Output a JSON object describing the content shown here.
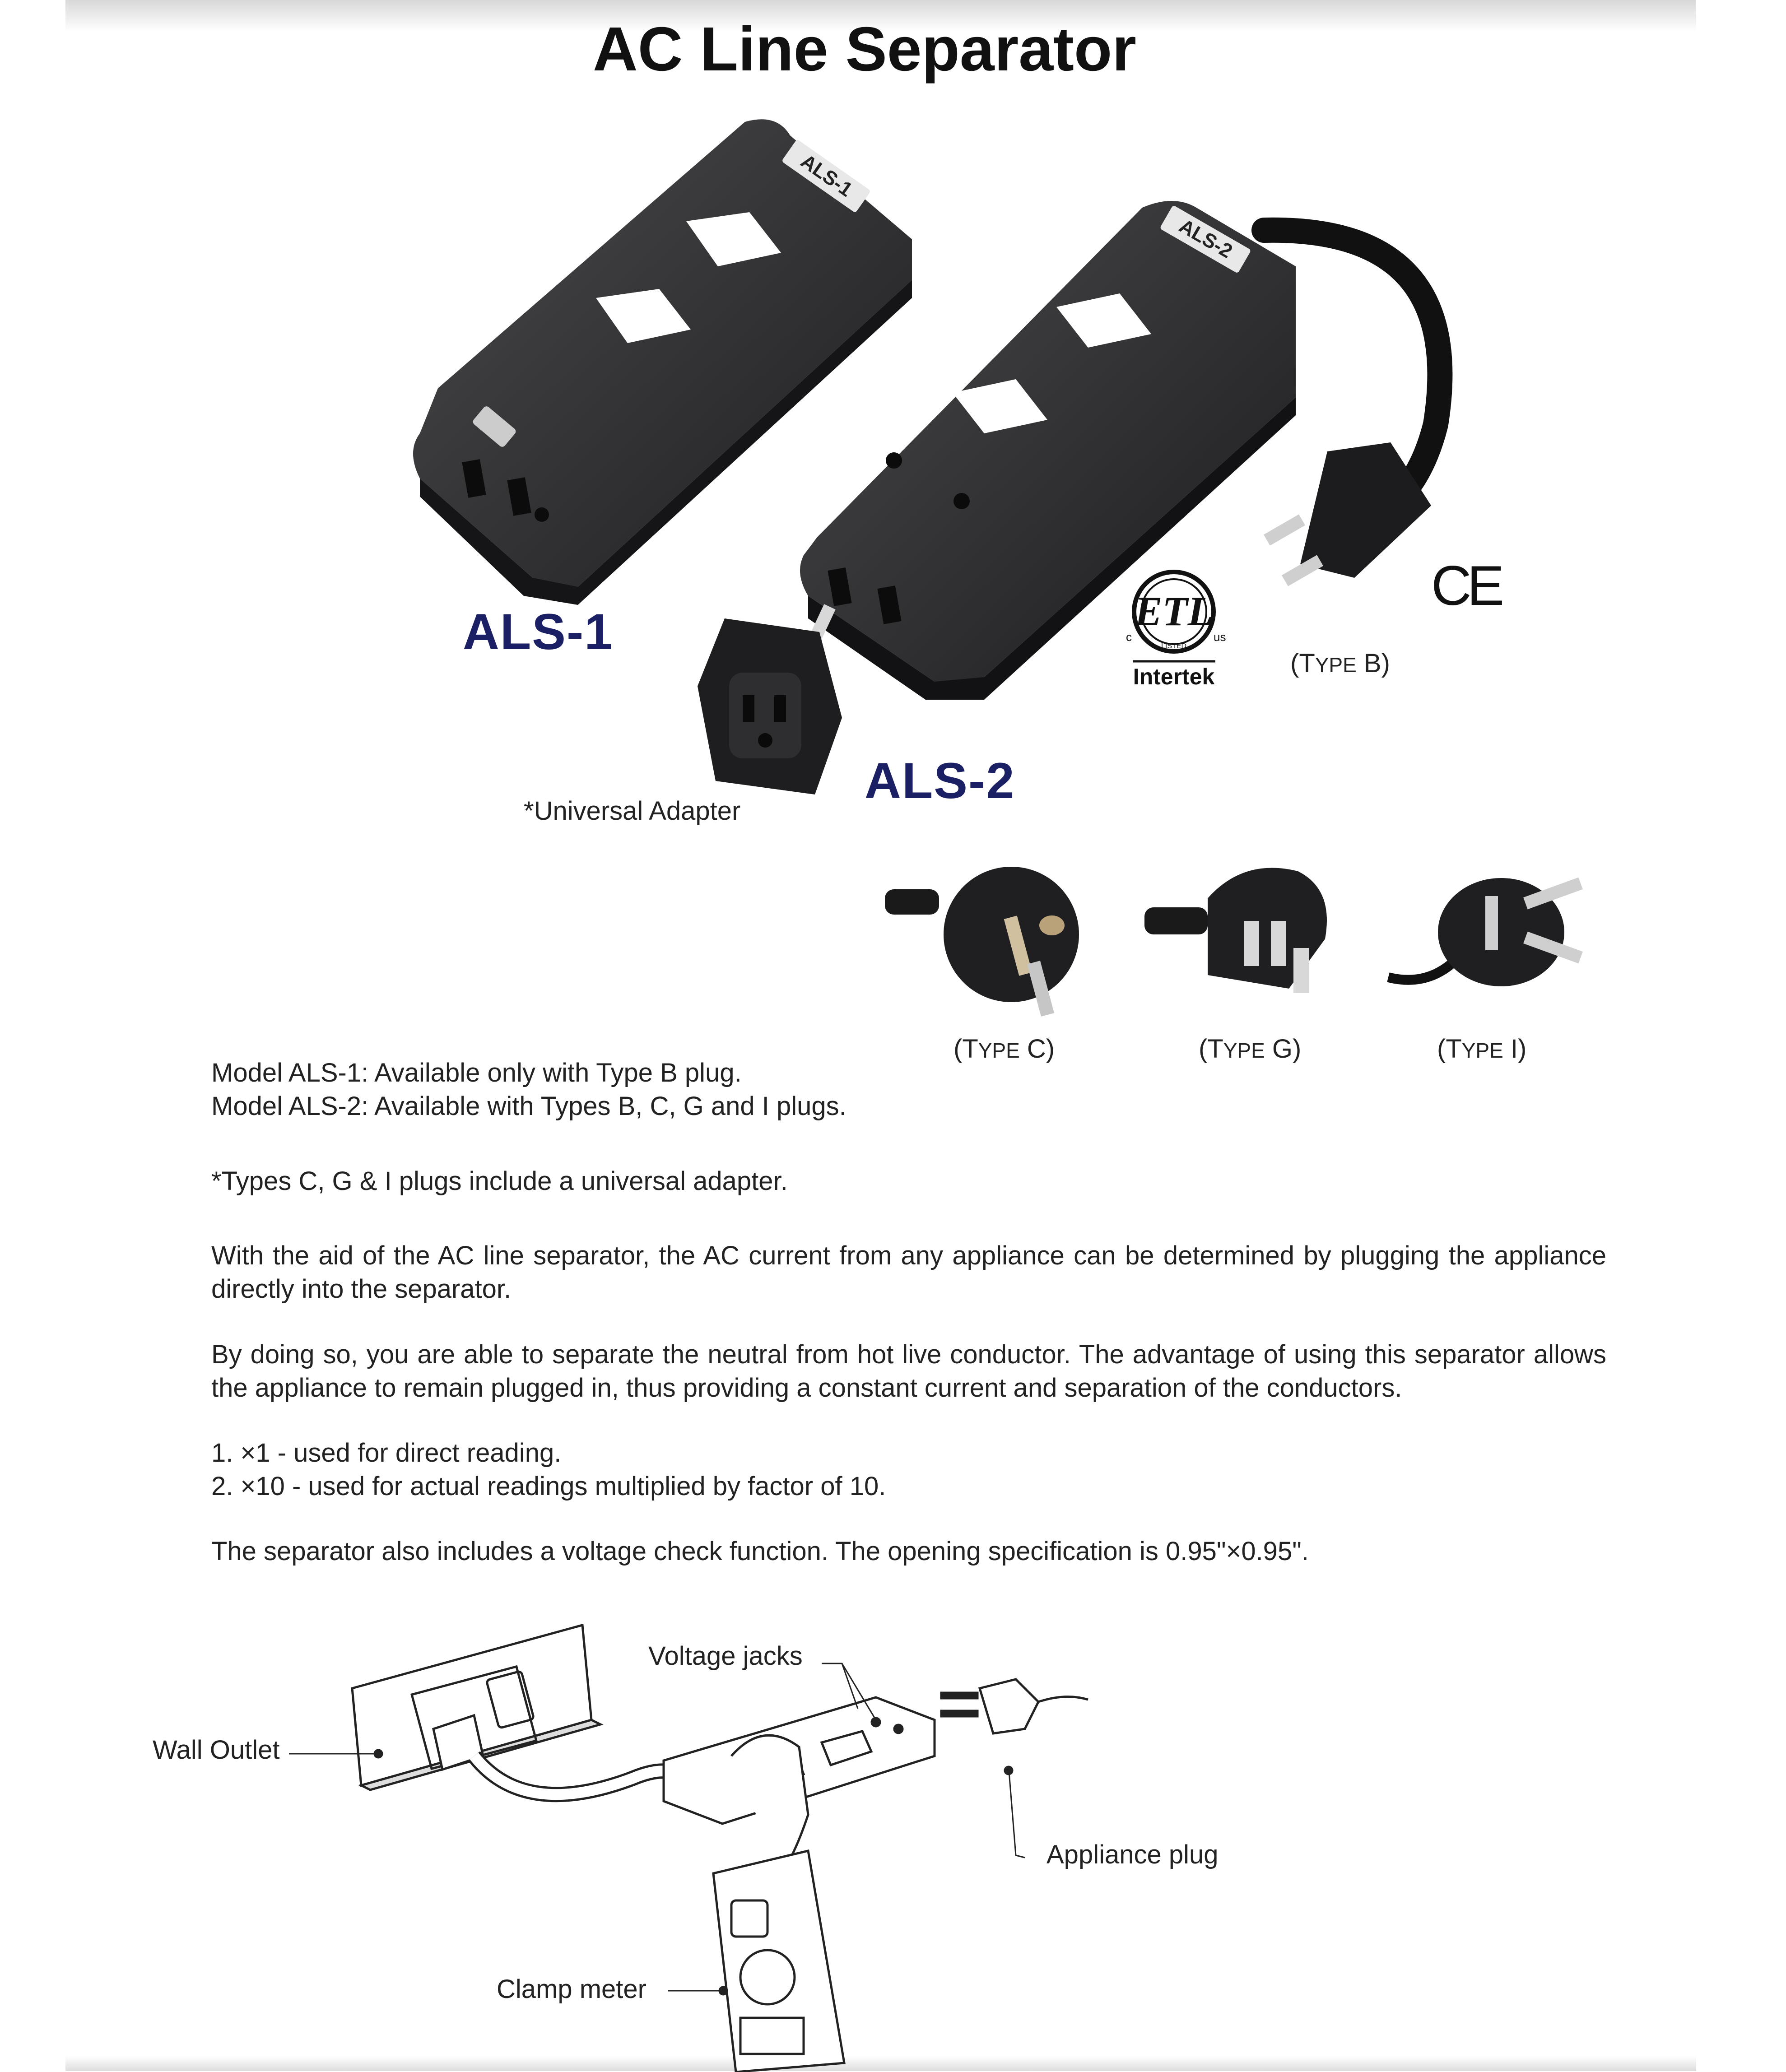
{
  "title": "AC Line Separator",
  "products": {
    "als1": {
      "label": "ALS-1",
      "device_text": "ALS-1"
    },
    "als2": {
      "label": "ALS-2",
      "device_text": "ALS-2"
    },
    "adapter_caption": "*Universal Adapter",
    "cert": {
      "etl_mark": "ETL",
      "etl_c": "c",
      "etl_us": "us",
      "etl_listed": "LISTED",
      "etl_brand": "Intertek",
      "ce_mark": "CE"
    }
  },
  "plug_types": [
    {
      "prefix": "(T",
      "small": "YPE",
      "suffix": " B)"
    },
    {
      "prefix": "(T",
      "small": "YPE",
      "suffix": " C)"
    },
    {
      "prefix": "(T",
      "small": "YPE",
      "suffix": " G)"
    },
    {
      "prefix": "(T",
      "small": "YPE",
      "suffix": " I)"
    }
  ],
  "body": {
    "model_line_1": "Model ALS-1: Available only with Type B plug.",
    "model_line_2": "Model ALS-2: Available with Types B, C, G and I plugs.",
    "adapter_note": "*Types C, G & I plugs include a universal adapter.",
    "para_1": "With the aid of the AC line separator, the AC current from any appliance can be determined by plugging the appliance directly into the separator.",
    "para_2": "By doing so, you are able to separate the neutral from hot live conductor. The advantage of using this separator allows the appliance to remain plugged in, thus providing a constant current and separation of the conductors.",
    "list_1": "1. ×1 - used for direct reading.",
    "list_2": "2. ×10 - used for actual readings multiplied by factor of 10.",
    "para_3": "The separator also includes a voltage check function. The opening specification is 0.95\"×0.95\"."
  },
  "diagram": {
    "voltage_jacks": "Voltage jacks",
    "wall_outlet": "Wall Outlet",
    "appliance_plug": "Appliance plug",
    "clamp_meter": "Clamp meter"
  }
}
